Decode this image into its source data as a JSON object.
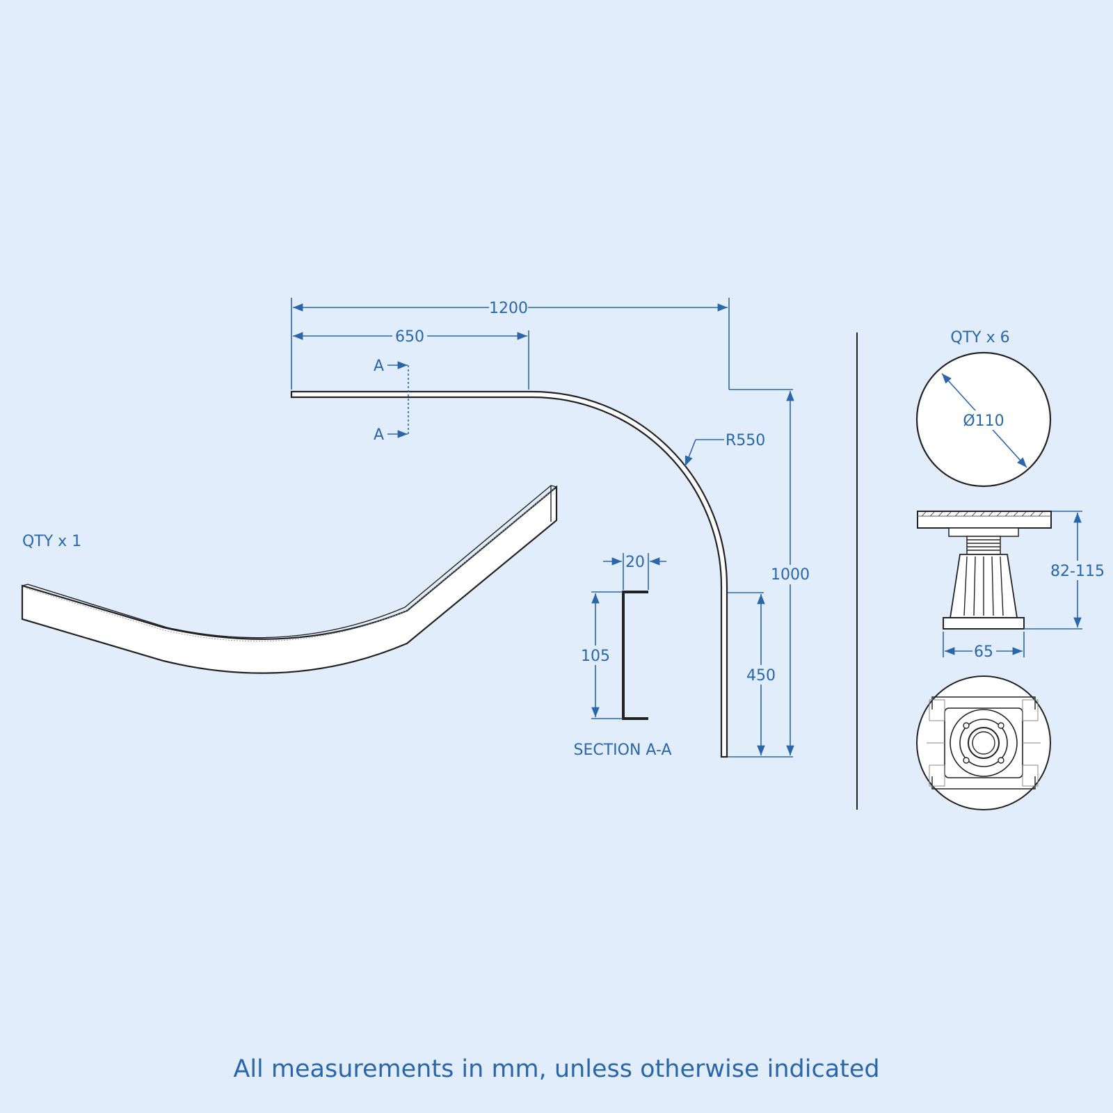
{
  "labels": {
    "qty_panel": "QTY x 1",
    "qty_feet": "QTY x 6",
    "dim_1200": "1200",
    "dim_650": "650",
    "dim_1000": "1000",
    "dim_450": "450",
    "radius": "R550",
    "section_marker_top": "A",
    "section_marker_bottom": "A",
    "dim_20": "20",
    "dim_105": "105",
    "section_title": "SECTION A-A",
    "diameter": "Ø110",
    "height_range": "82-115",
    "base_width": "65",
    "footer": "All measurements in mm, unless otherwise indicated"
  },
  "colors": {
    "accent": "#2a66a8",
    "background": "#e1edfa",
    "line": "#222222"
  }
}
